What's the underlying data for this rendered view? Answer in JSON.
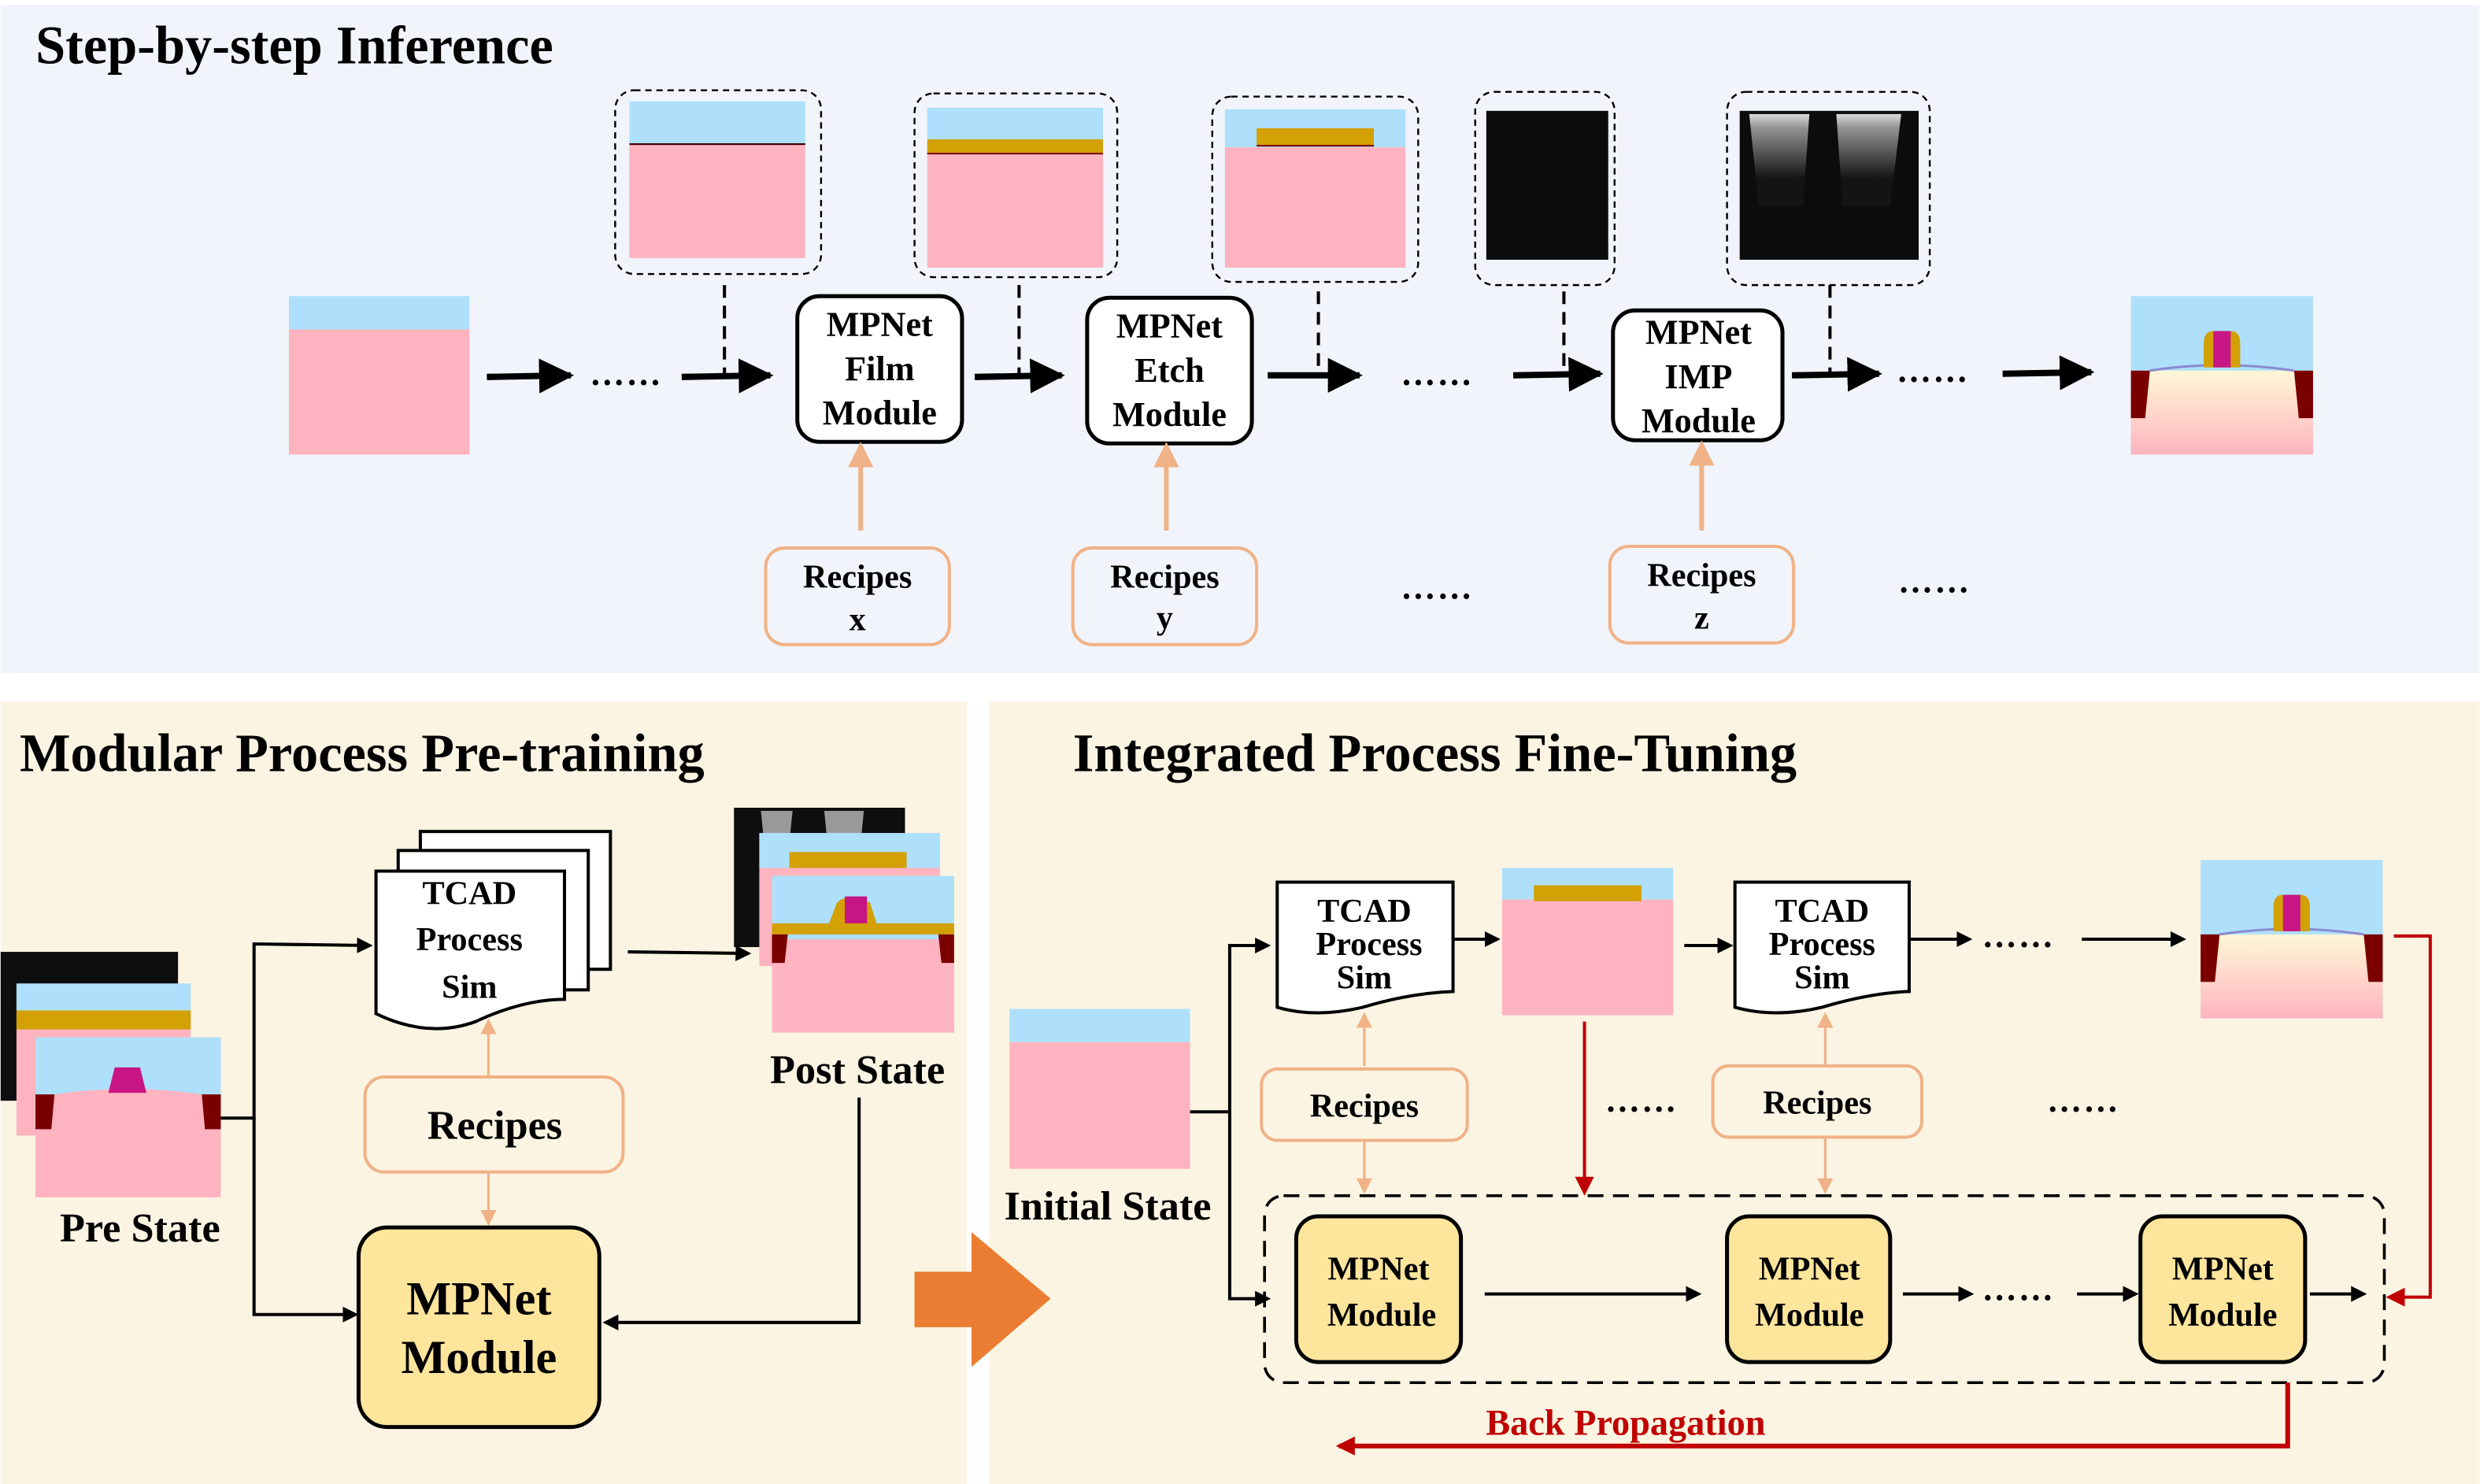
{
  "colors": {
    "top_bg": "#f1f4fb",
    "bottom_bg": "#fcf4e3",
    "oxide": "#aee0fb",
    "silicon": "#feb4c0",
    "poly": "#d3a006",
    "gate": "#c71585",
    "sd": "#7a0000",
    "recipe_border": "#f0b287",
    "mpnet_fill": "#fde59c",
    "big_arrow": "#ea7d31",
    "backprop": "#c00000"
  },
  "top": {
    "title": "Step-by-step Inference",
    "modules": [
      {
        "line1": "MPNet",
        "line2": "Film",
        "line3": "Module"
      },
      {
        "line1": "MPNet",
        "line2": "Etch",
        "line3": "Module"
      },
      {
        "line1": "MPNet",
        "line2": "IMP",
        "line3": "Module"
      }
    ],
    "recipes": [
      {
        "line1": "Recipes",
        "line2": "x"
      },
      {
        "line1": "Recipes",
        "line2": "y"
      },
      {
        "line1": "Recipes",
        "line2": "z"
      }
    ],
    "ellipsis": "……"
  },
  "pretrain": {
    "title": "Modular Process Pre-training",
    "tcad": {
      "line1": "TCAD",
      "line2": "Process",
      "line3": "Sim"
    },
    "recipes": "Recipes",
    "mpnet": {
      "line1": "MPNet",
      "line2": "Module"
    },
    "pre_state": "Pre State",
    "post_state": "Post State"
  },
  "finetune": {
    "title": "Integrated Process Fine-Tuning",
    "tcad": {
      "line1": "TCAD",
      "line2": "Process",
      "line3": "Sim"
    },
    "recipes": "Recipes",
    "mpnet": {
      "line1": "MPNet",
      "line2": "Module"
    },
    "initial_state": "Initial State",
    "back_propagation": "Back Propagation",
    "ellipsis": "……"
  }
}
